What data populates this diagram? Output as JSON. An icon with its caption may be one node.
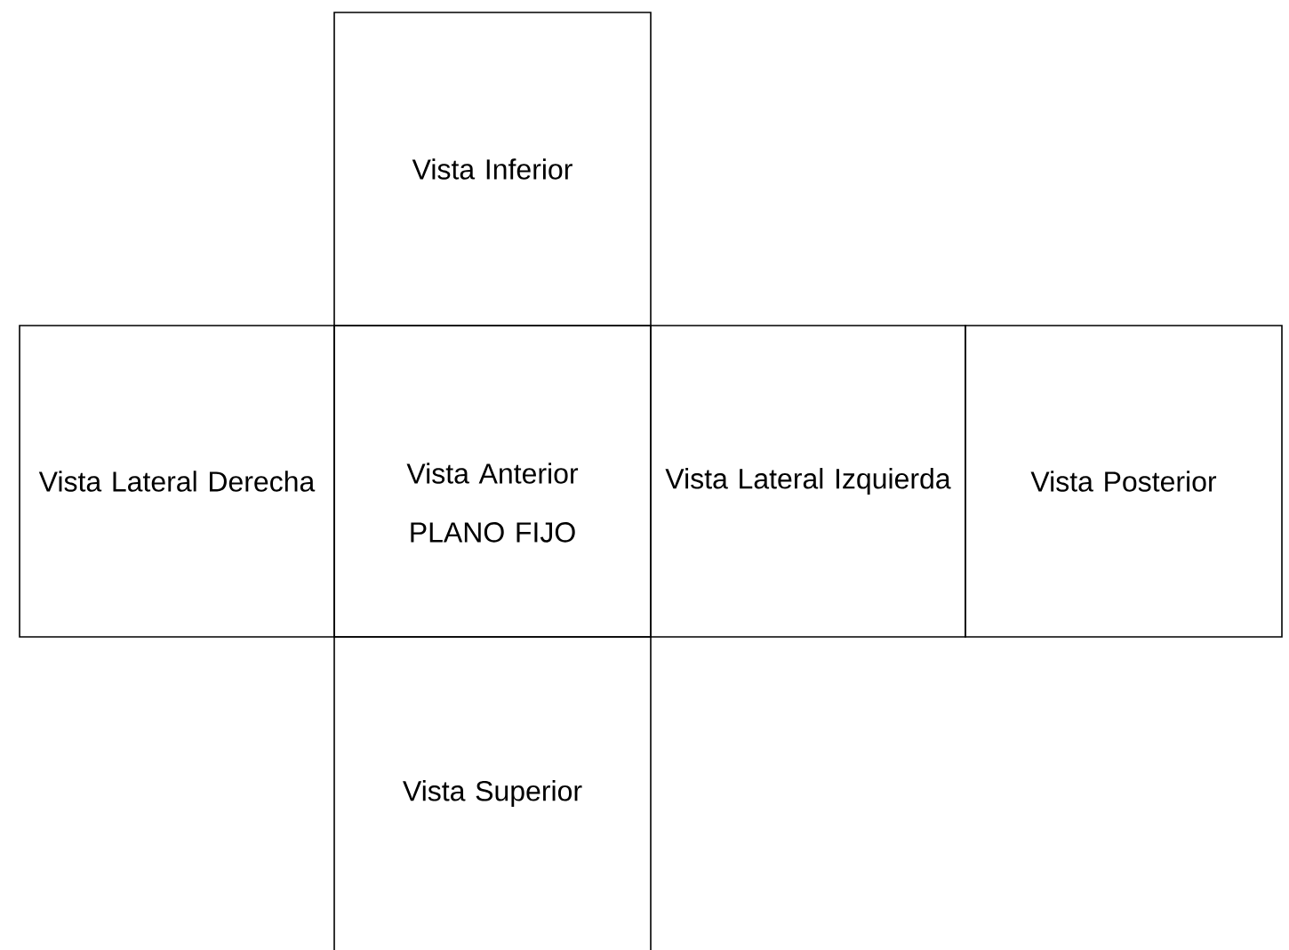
{
  "diagram": {
    "nodes": [
      {
        "text": [
          "Vista Inferior"
        ]
      },
      {
        "text": [
          "Vista Lateral Derecha"
        ]
      },
      {
        "text": [
          "Vista Anterior",
          "PLANO FIJO"
        ]
      },
      {
        "text": [
          "Vista Lateral Izquierda"
        ]
      },
      {
        "text": [
          "Vista Posterior"
        ]
      },
      {
        "text": [
          "Vista Superior"
        ]
      }
    ]
  }
}
